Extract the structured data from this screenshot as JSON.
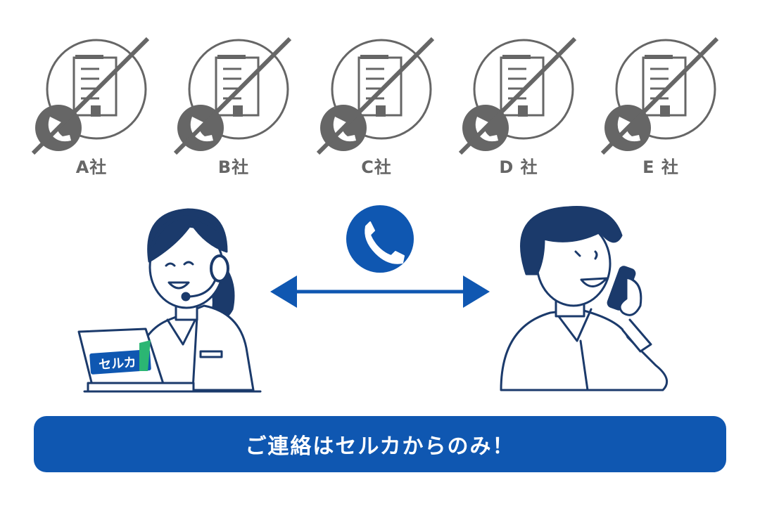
{
  "companies": [
    {
      "label": "A社"
    },
    {
      "label": "B社"
    },
    {
      "label": "C社"
    },
    {
      "label": "D 社"
    },
    {
      "label": "E 社"
    }
  ],
  "laptop_logo": "セルカ",
  "banner": {
    "text": "ご連絡はセルカからのみ！"
  },
  "colors": {
    "brand_blue": "#0f57b1",
    "navy": "#1b3a6b",
    "gray": "#666666",
    "white": "#ffffff"
  },
  "icons": [
    "building-icon",
    "phone-icon",
    "strike-line",
    "double-arrow",
    "operator-illustration",
    "customer-illustration"
  ]
}
